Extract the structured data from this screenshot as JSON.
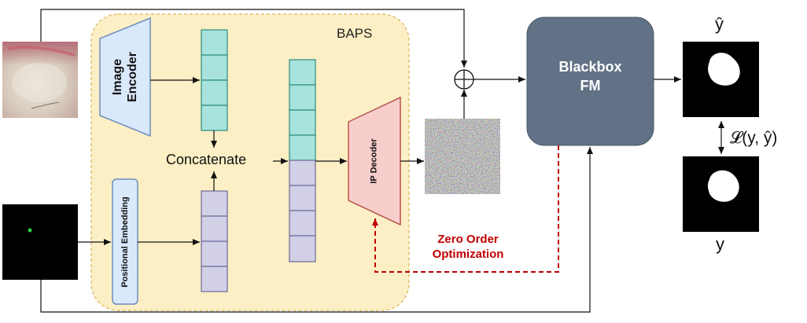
{
  "diagram": {
    "baps_label": "BAPS",
    "image_encoder_label_1": "Image",
    "image_encoder_label_2": "Encoder",
    "positional_embedding_label": "Positional Embedding",
    "concatenate_label": "Concatenate",
    "ip_decoder_label": "IP Decoder",
    "blackbox_label_1": "Blackbox",
    "blackbox_label_2": "FM",
    "zero_order_label_1": "Zero Order",
    "zero_order_label_2": "Optimization",
    "y_hat_label": "ŷ",
    "y_label": "y",
    "loss_label": "𝓛(y, ŷ)",
    "adder_symbol": "⊕"
  },
  "colors": {
    "baps_fill": "#fcefc5",
    "baps_border": "#d8b65a",
    "encoder_fill": "#dae8fc",
    "encoder_border": "#6c8ebf",
    "teal_fill": "#a7e3dc",
    "teal_border": "#2a8b80",
    "lavender_fill": "#d2d0e6",
    "lavender_border": "#6b6899",
    "decoder_fill": "#f8cecc",
    "decoder_border": "#b85450",
    "blackbox_fill": "#627286",
    "zero_order_red": "#c00000"
  }
}
